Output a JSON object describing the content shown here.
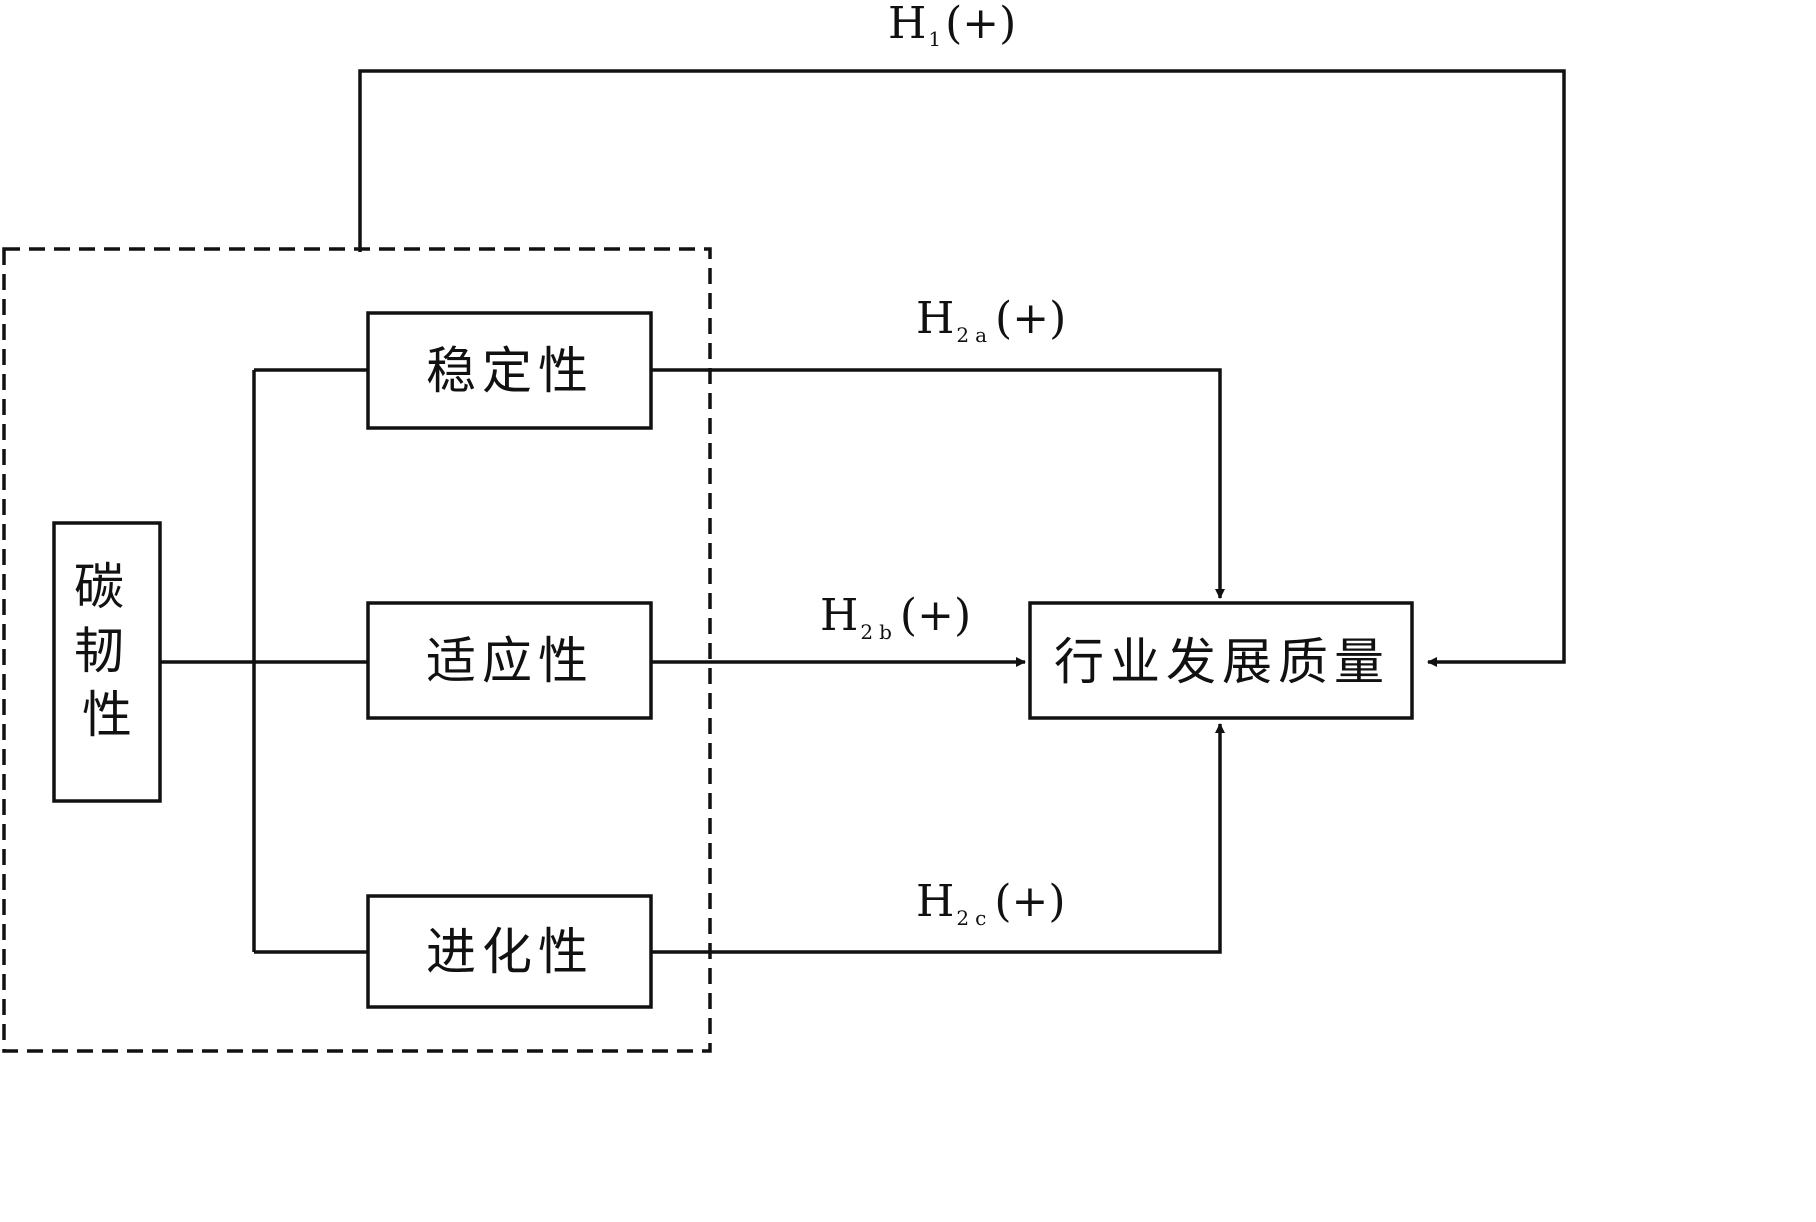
{
  "nodes": {
    "carbon_resilience": "碳韧性",
    "stability": "稳定性",
    "adaptability": "适应性",
    "evolvability": "进化性",
    "industry_quality": "行业发展质量"
  },
  "hypotheses": {
    "h1": {
      "letter": "H",
      "sub": "1",
      "sign": "(+)"
    },
    "h2a": {
      "letter": "H",
      "sub": "2a",
      "sign": "(+)"
    },
    "h2b": {
      "letter": "H",
      "sub": "2b",
      "sign": "(+)"
    },
    "h2c": {
      "letter": "H",
      "sub": "2c",
      "sign": "(+)"
    }
  }
}
